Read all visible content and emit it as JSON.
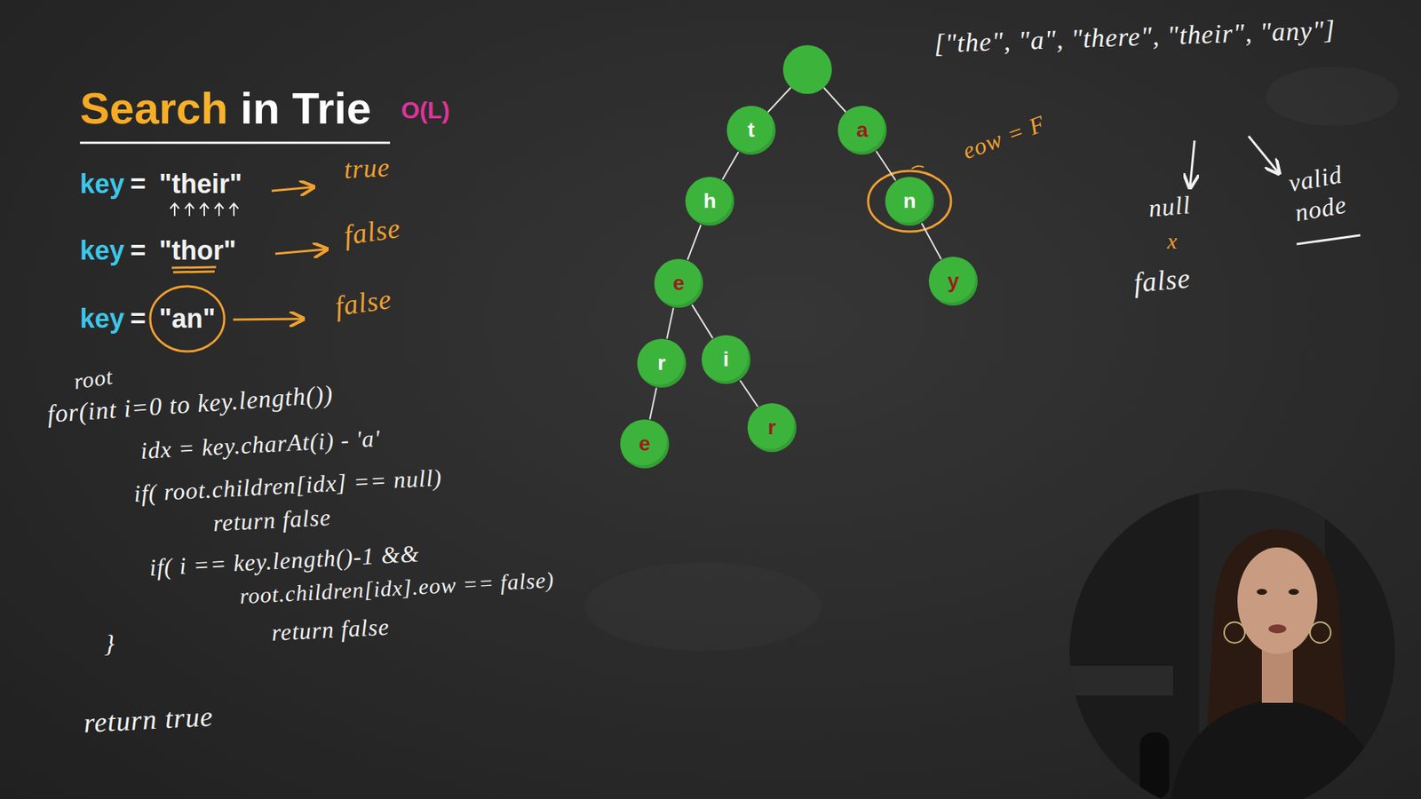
{
  "diagram": {
    "title": "Search in Trie",
    "nodes": [
      {
        "text": [
          "t"
        ]
      },
      {
        "text": [
          "a"
        ]
      },
      {
        "text": [
          "h"
        ]
      },
      {
        "text": [
          "n"
        ]
      },
      {
        "text": [
          "e"
        ]
      },
      {
        "text": [
          "y"
        ]
      },
      {
        "text": [
          "r"
        ]
      },
      {
        "text": [
          "i"
        ]
      },
      {
        "text": [
          "e"
        ]
      },
      {
        "text": [
          "r"
        ]
      }
    ],
    "edges": [
      {
        "from": 0,
        "to": 2,
        "arrow": "none"
      },
      {
        "from": 1,
        "to": 3,
        "arrow": "none"
      },
      {
        "from": 2,
        "to": 4,
        "arrow": "none"
      },
      {
        "from": 3,
        "to": 5,
        "arrow": "none"
      },
      {
        "from": 4,
        "to": 6,
        "arrow": "none"
      },
      {
        "from": 4,
        "to": 7,
        "arrow": "none"
      },
      {
        "from": 6,
        "to": 8,
        "arrow": "none"
      },
      {
        "from": 7,
        "to": 9,
        "arrow": "none"
      }
    ],
    "labels": [
      "O(L)",
      "key",
      "=",
      "\"their\"",
      "true",
      "key",
      "=",
      "\"thor\"",
      "false",
      "key",
      "=",
      "\"an\"",
      "false",
      "root",
      "for(int i=0 to key.length())",
      "idx = key.charAt(i) - 'a'",
      "if( root.children[idx] == null)",
      "return false",
      "if( i == key.length()-1 &&",
      "root.children[idx].eow == false)",
      "return false",
      "}",
      "return true",
      "eow = F",
      "[\"the\", \"a\", \"there\", \"their\", \"any\"]",
      "null",
      "x",
      "false",
      "valid node"
    ]
  }
}
